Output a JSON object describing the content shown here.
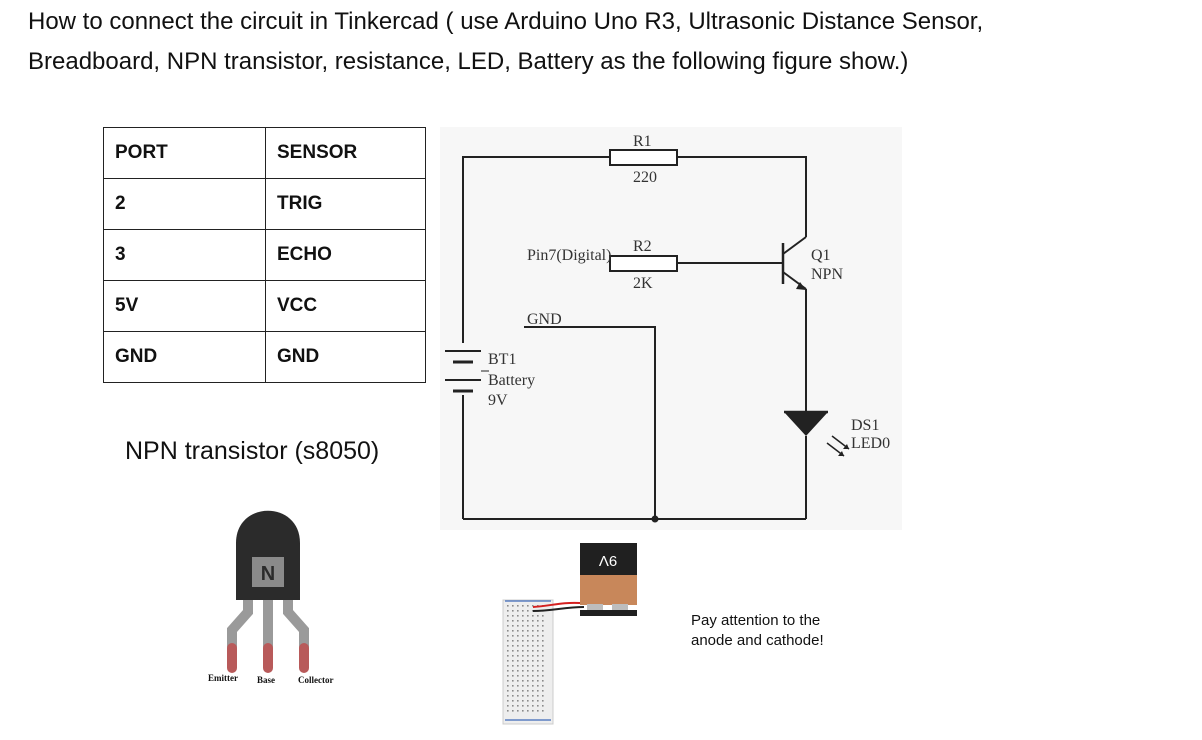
{
  "question": {
    "line1": "How to connect the circuit in Tinkercad ( use Arduino Uno R3, Ultrasonic Distance Sensor,",
    "line2": "Breadboard, NPN transistor, resistance, LED, Battery as the following figure show.)"
  },
  "port_table": {
    "headers": [
      "PORT",
      "SENSOR"
    ],
    "rows": [
      [
        "2",
        "TRIG"
      ],
      [
        "3",
        "ECHO"
      ],
      [
        "5V",
        "VCC"
      ],
      [
        "GND",
        "GND"
      ]
    ]
  },
  "schematic": {
    "r1_name": "R1",
    "r1_value": "220",
    "r2_name": "R2",
    "r2_value": "2K",
    "pin_label": "Pin7(Digital)",
    "gnd_label": "GND",
    "bt1_name": "BT1",
    "bt1_type": "Battery",
    "bt1_value": "9V",
    "q1_name": "Q1",
    "q1_type": "NPN",
    "ds1_name": "DS1",
    "ds1_type": "LED0"
  },
  "transistor": {
    "title": "NPN transistor (s8050)",
    "logo_letter": "N",
    "pin_labels": [
      "Emitter",
      "Base",
      "Collector"
    ]
  },
  "battery_photo": {
    "label": "9V"
  },
  "note": {
    "line1": "Pay attention to the",
    "line2": "anode and cathode!"
  },
  "colors": {
    "battery_top": "#202020",
    "battery_body": "#c8875a",
    "transistor_body": "#2b2b2b",
    "leg_grey": "#9a9a9a",
    "leg_red": "#b85a5a",
    "wire_red": "#d42020"
  }
}
